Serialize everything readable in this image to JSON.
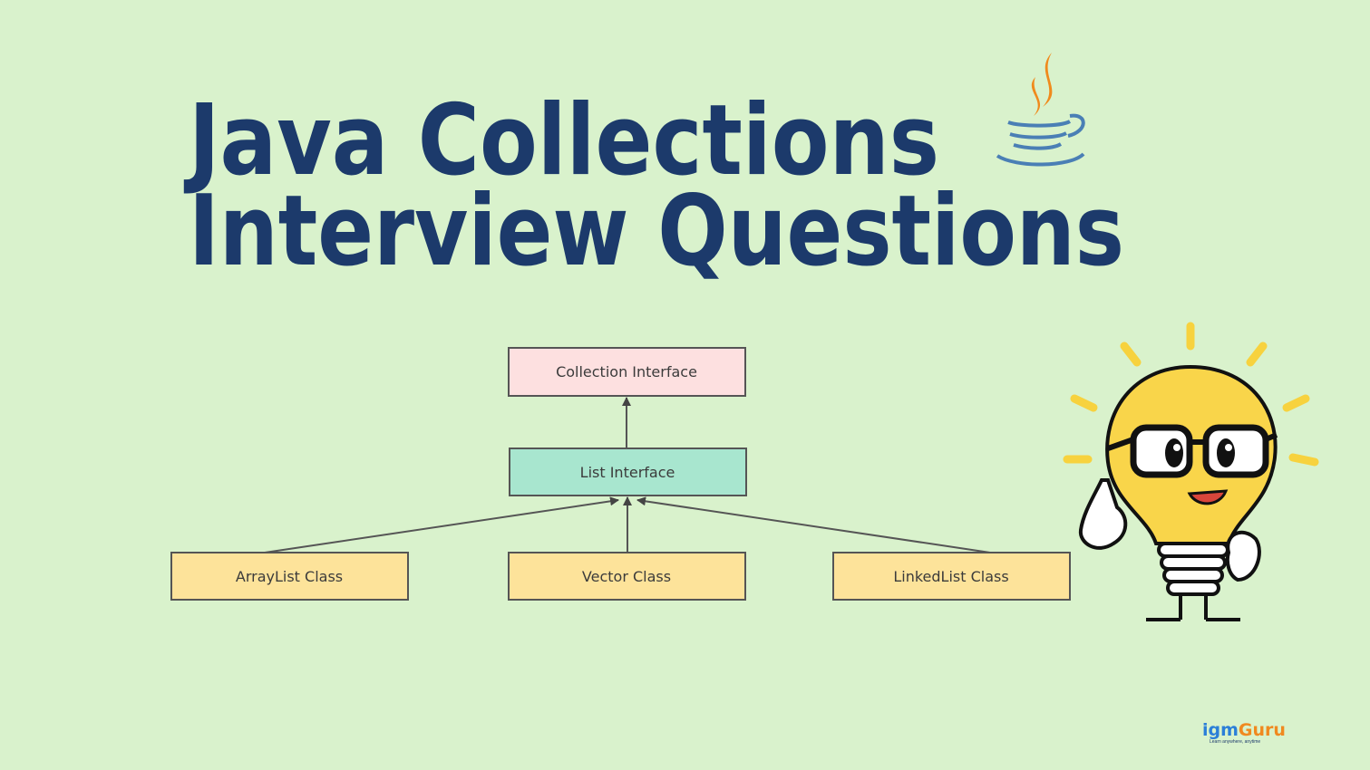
{
  "title": {
    "line1": "Java Collections",
    "line2": "Interview Questions"
  },
  "diagram": {
    "nodes": {
      "collection": "Collection Interface",
      "list": "List Interface",
      "arraylist": "ArrayList Class",
      "vector": "Vector Class",
      "linkedlist": "LinkedList Class"
    }
  },
  "logo": {
    "brand_part1": "igm",
    "brand_part2": "Guru",
    "tagline": "Learn anywhere, anytime"
  },
  "colors": {
    "background": "#d9f2cc",
    "title": "#1c3a6b",
    "interface_pink": "#fde0e0",
    "interface_teal": "#a8e6cf",
    "class_yellow": "#fde39a"
  }
}
